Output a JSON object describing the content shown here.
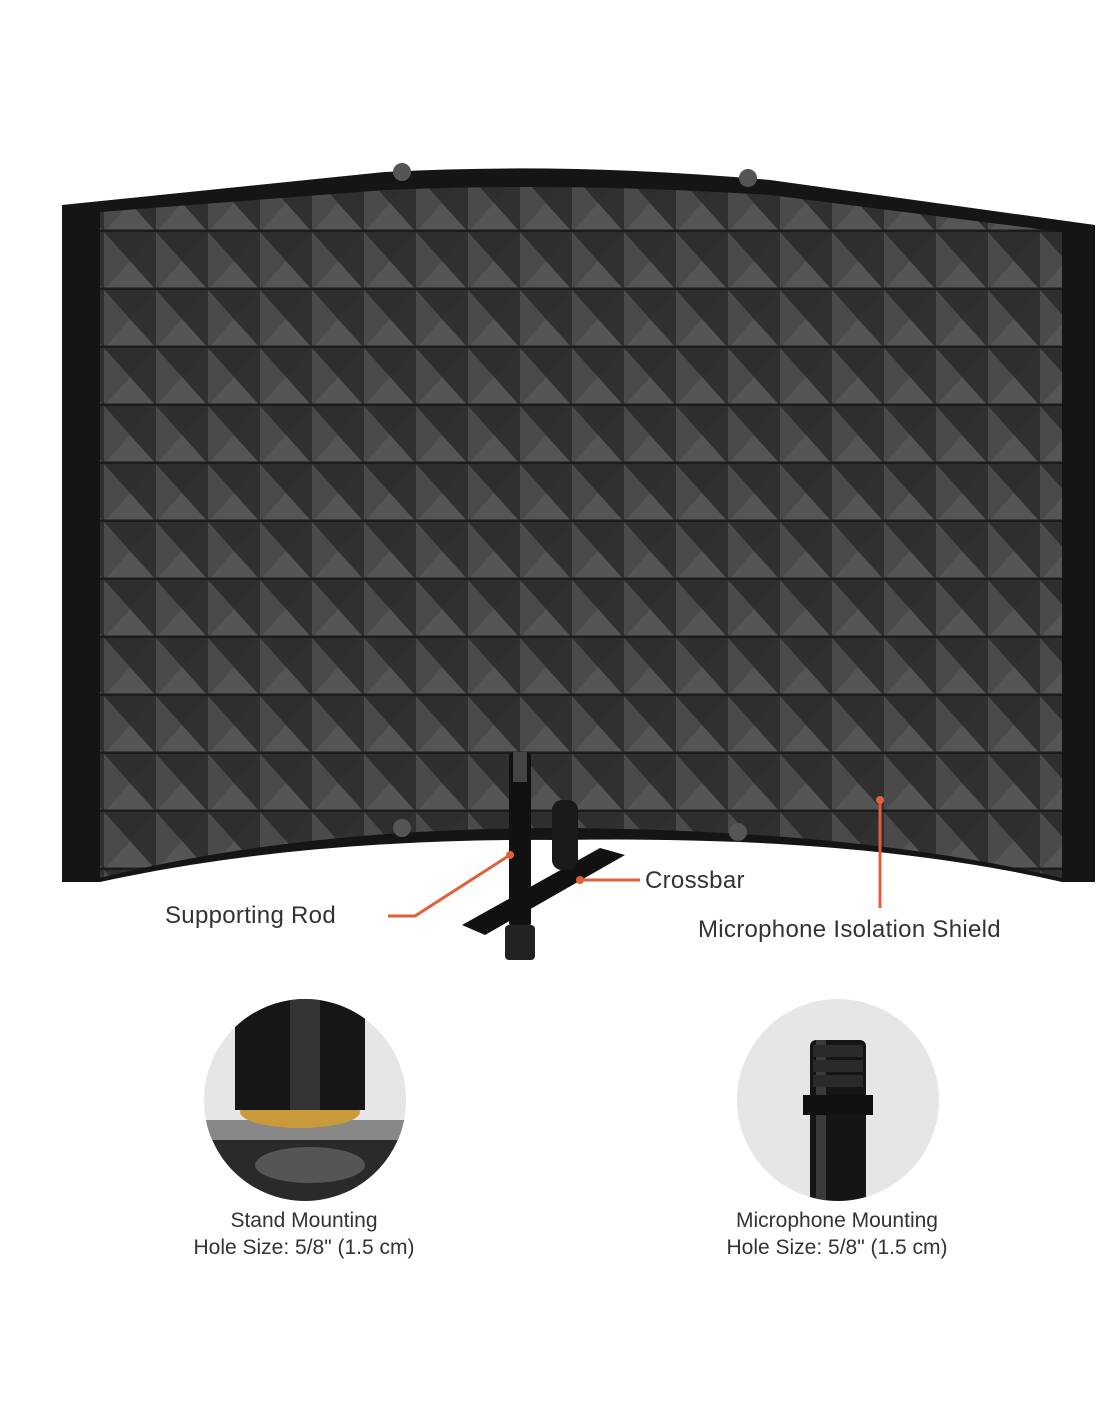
{
  "callouts": {
    "supporting_rod": "Supporting Rod",
    "crossbar": "Crossbar",
    "isolation_shield": "Microphone Isolation Shield"
  },
  "details": [
    {
      "title": "Stand Mounting",
      "size": "Hole Size: 5/8\" (1.5 cm)"
    },
    {
      "title": "Microphone Mounting",
      "size": "Hole Size: 5/8\" (1.5 cm)"
    }
  ],
  "colors": {
    "accent": "#e0603a",
    "foam": "#3b3b3b",
    "text": "#333333"
  }
}
